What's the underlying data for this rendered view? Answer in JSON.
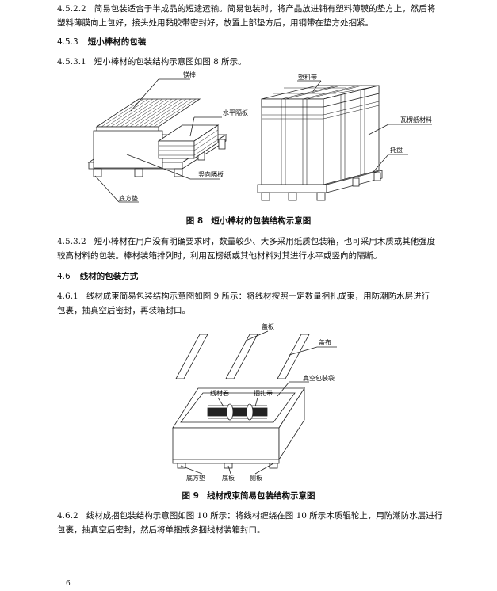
{
  "para_4522": {
    "num": "4.5.2.2",
    "line1": "简易包装适合于半成品的短途运输。简易包装时，将产品放进铺有塑料薄膜的垫方上，然后将",
    "line2": "塑料薄膜向上包好，接头处用黏胶带密封好，放置上部垫方后，用钢带在垫方处捆紧。"
  },
  "heading_453": {
    "num": "4.5.3",
    "title": "短小棒材的包装"
  },
  "para_4531": {
    "num": "4.5.3.1",
    "text": "短小棒材的包装结构示意图如图 8 所示。"
  },
  "figure8": {
    "labels": {
      "rod": "镁棒",
      "horizontal_partition": "水平隔板",
      "vertical_partition": "竖向隔板",
      "bottom_pad": "底方垫",
      "plastic_strap": "塑料带",
      "corrugated_material": "瓦楞纸材料",
      "pallet": "托盘"
    },
    "caption_num": "图 8",
    "caption_title": "短小棒材的包装结构示意图"
  },
  "para_4532": {
    "num": "4.5.3.2",
    "line1": "短小棒材在用户没有明确要求时，数量较少、大多采用纸质包装箱，也可采用木质或其他强度",
    "line2": "较高材料的包装。棒材装箱排列时，利用瓦楞纸或其他材料对其进行水平或竖向的隔断。"
  },
  "heading_46": {
    "num": "4.6",
    "title": "线材的包装方式"
  },
  "para_461": {
    "num": "4.6.1",
    "line1": "线材成束简易包装结构示意图如图 9 所示：将线材按照一定数量捆扎成束，用防潮防水层进行",
    "line2": "包裹，抽真空后密封，再装箱封口。"
  },
  "figure9": {
    "labels": {
      "lid": "盖板",
      "cover_strip": "盖布",
      "vacuum_bag": "真空包装袋",
      "wire_coil": "线材卷",
      "binding_strap": "捆扎带",
      "bottom_pad": "底方垫",
      "bottom_board": "底板",
      "side_board": "侧板"
    },
    "caption_num": "图 9",
    "caption_title": "线材成束简易包装结构示意图"
  },
  "para_462": {
    "num": "4.6.2",
    "line1": "线材成捆包装结构示意图如图 10 所示：将线材缠绕在图 10 所示木质辊轮上，用防潮防水层进行",
    "line2": "包裹，抽真空后密封，然后将单捆或多捆线材装箱封口。"
  },
  "page_number": "6"
}
